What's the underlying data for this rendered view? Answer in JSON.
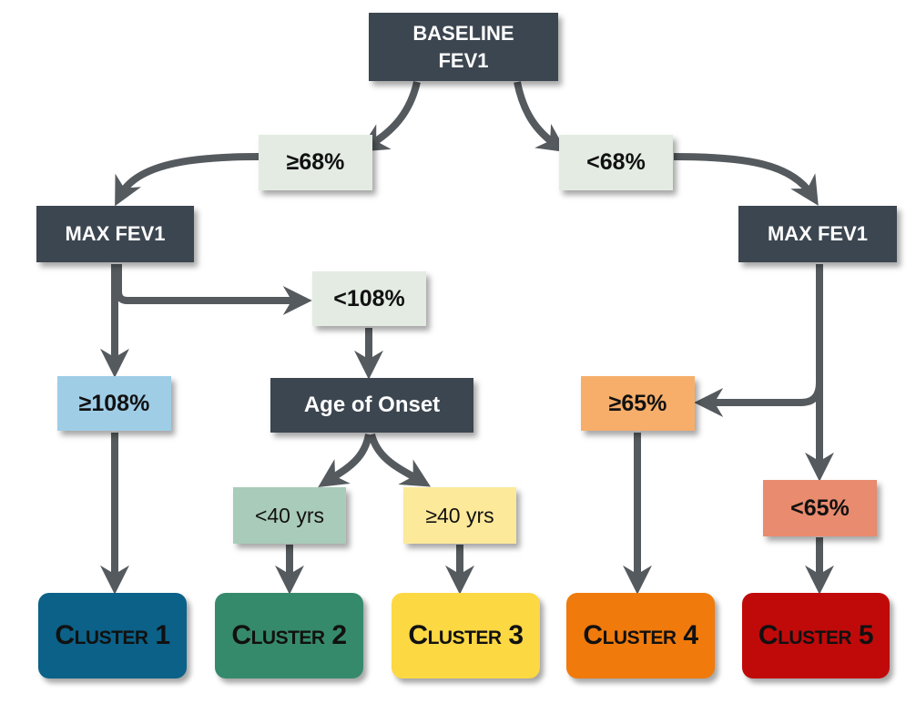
{
  "nodes": {
    "baseline": "BASELINE FEV1",
    "ge68": "≥68%",
    "lt68": "<68%",
    "max_left": "MAX FEV1",
    "max_right": "MAX FEV1",
    "lt108": "<108%",
    "ge108": "≥108%",
    "age_onset": "Age of Onset",
    "ge65": "≥65%",
    "lt40": "<40 yrs",
    "ge40": "≥40 yrs",
    "lt65": "<65%"
  },
  "clusters": [
    "Cluster 1",
    "Cluster 2",
    "Cluster 3",
    "Cluster 4",
    "Cluster 5"
  ],
  "colors": {
    "dark": "#3c4650",
    "light": "#e3ebe3",
    "ge108": "#9fcde6",
    "ge65": "#f6ae6a",
    "lt65": "#e88b6e",
    "lt40": "#a9cbb9",
    "ge40": "#fde99a",
    "cluster1": "#0b6188",
    "cluster2": "#368a6c",
    "cluster3": "#fcd843",
    "cluster4": "#f07a0c",
    "cluster5": "#c00a0a",
    "arrow": "#555a5e"
  }
}
